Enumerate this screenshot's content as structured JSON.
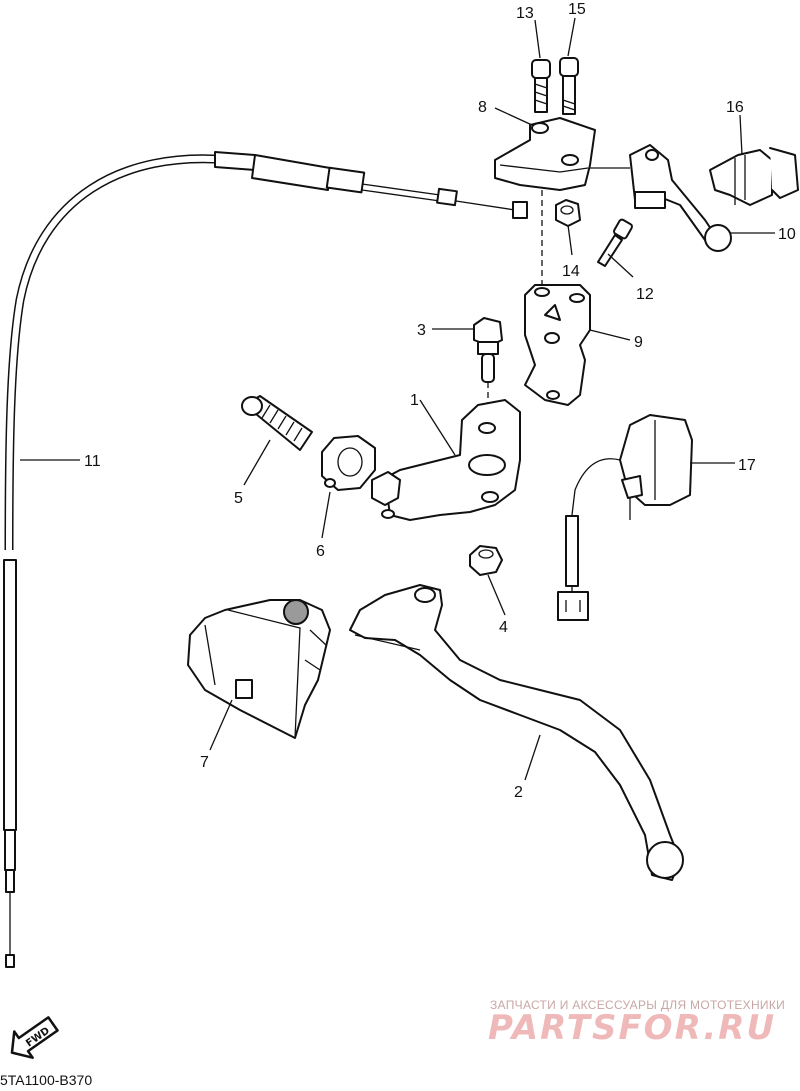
{
  "callouts": {
    "c1": "1",
    "c2": "2",
    "c3": "3",
    "c4": "4",
    "c5": "5",
    "c6": "6",
    "c7": "7",
    "c8": "8",
    "c9": "9",
    "c10": "10",
    "c11": "11",
    "c12": "12",
    "c13": "13",
    "c14": "14",
    "c15": "15",
    "c16": "16",
    "c17": "17"
  },
  "fwd_label": "FWD",
  "diagram_code": "5TA1100-B370",
  "watermark": {
    "tagline": "ЗАПЧАСТИ И АКСЕССУАРЫ ДЛЯ МОТОТЕХНИКИ",
    "brand": "PARTSFOR.RU"
  }
}
